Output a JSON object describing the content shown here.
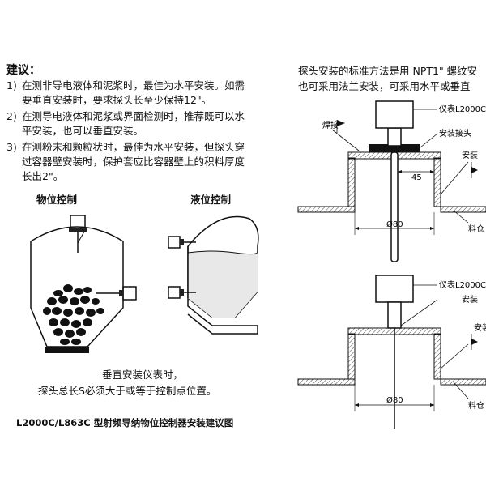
{
  "suggestions": {
    "title": "建议：",
    "items": [
      {
        "num": "1)",
        "lines": [
          "在测非导电液体和泥浆时，最佳为水平安装。如需",
          "要垂直安装时，要求探头长至少保持12\"。"
        ]
      },
      {
        "num": "2)",
        "lines": [
          "在测导电液体和泥浆或界面检测时，推荐既可以水",
          "平安装，也可以垂直安装。"
        ]
      },
      {
        "num": "3)",
        "lines": [
          "在测粉末和颗粒状时，最佳为水平安装，但探头穿",
          "过容器壁安装时，保护套应比容器壁上的积料厚度",
          "长出2\"。"
        ]
      }
    ]
  },
  "level_labels": {
    "material": "物位控制",
    "liquid": "液位控制"
  },
  "vertical_note": [
    "垂直安装仪表时，",
    "探头总长S必须大于或等于控制点位置。"
  ],
  "caption": "L2000C/L863C 型射频导纳物位控制器安装建议图",
  "right": {
    "intro": [
      "探头安装的标准方法是用 NPT1\" 螺纹安",
      "也可采用法兰安装，可采用水平或垂直"
    ],
    "top": {
      "weld": "焊接",
      "instrument": "仪表L2000C",
      "fitting": "安装接头",
      "install": "安装",
      "dim45": "45",
      "dim80": "Ø80",
      "silo": "料仓"
    },
    "bottom": {
      "instrument": "仪表L2000C",
      "install1": "安装",
      "install2": "安装",
      "dim80": "Ø80",
      "silo": "料仓"
    }
  }
}
